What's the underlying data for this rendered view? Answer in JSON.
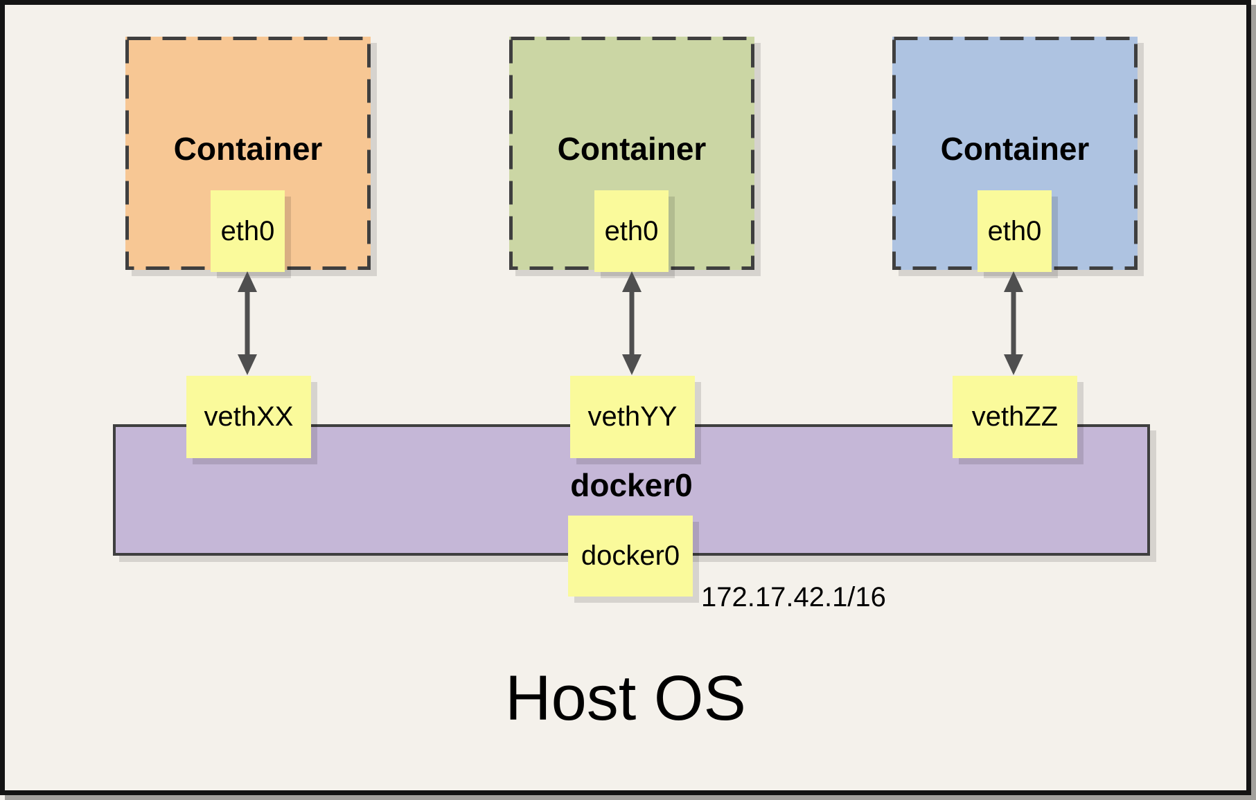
{
  "containers": [
    {
      "label": "Container",
      "interface": "eth0",
      "veth": "vethXX",
      "fill": "#F7C794"
    },
    {
      "label": "Container",
      "interface": "eth0",
      "veth": "vethYY",
      "fill": "#CBD6A4"
    },
    {
      "label": "Container",
      "interface": "eth0",
      "veth": "vethZZ",
      "fill": "#AEC3E1"
    }
  ],
  "bridge": {
    "name": "docker0",
    "interface_label": "docker0",
    "ip": "172.17.42.1/16",
    "fill": "#C5B7D7"
  },
  "host": {
    "label": "Host OS"
  },
  "colors": {
    "background": "#F4F1EB",
    "label_fill": "#FAFA9B",
    "border": "#3F3F3F",
    "arrow": "#4F4F4F",
    "frame": "#141414"
  }
}
